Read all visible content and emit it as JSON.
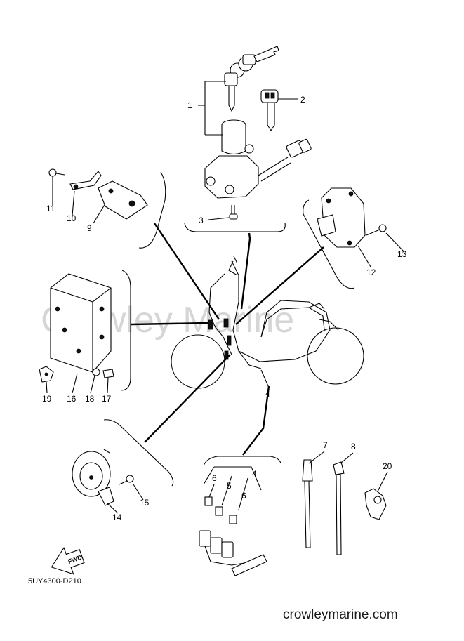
{
  "watermark": "Crowley Marine",
  "part_code": "5UY4300-D210",
  "site_url": "crowleymarine.com",
  "fwd_label": "FWD",
  "callouts": {
    "c1": "1",
    "c2": "2",
    "c3": "3",
    "c4a": "4",
    "c4b": "4",
    "c5": "5",
    "c6a": "6",
    "c6b": "6",
    "c7": "7",
    "c8": "8",
    "c9": "9",
    "c10": "10",
    "c11": "11",
    "c12": "12",
    "c13": "13",
    "c14": "14",
    "c15": "15",
    "c16": "16",
    "c17": "17",
    "c18": "18",
    "c19": "19",
    "c20": "20"
  }
}
